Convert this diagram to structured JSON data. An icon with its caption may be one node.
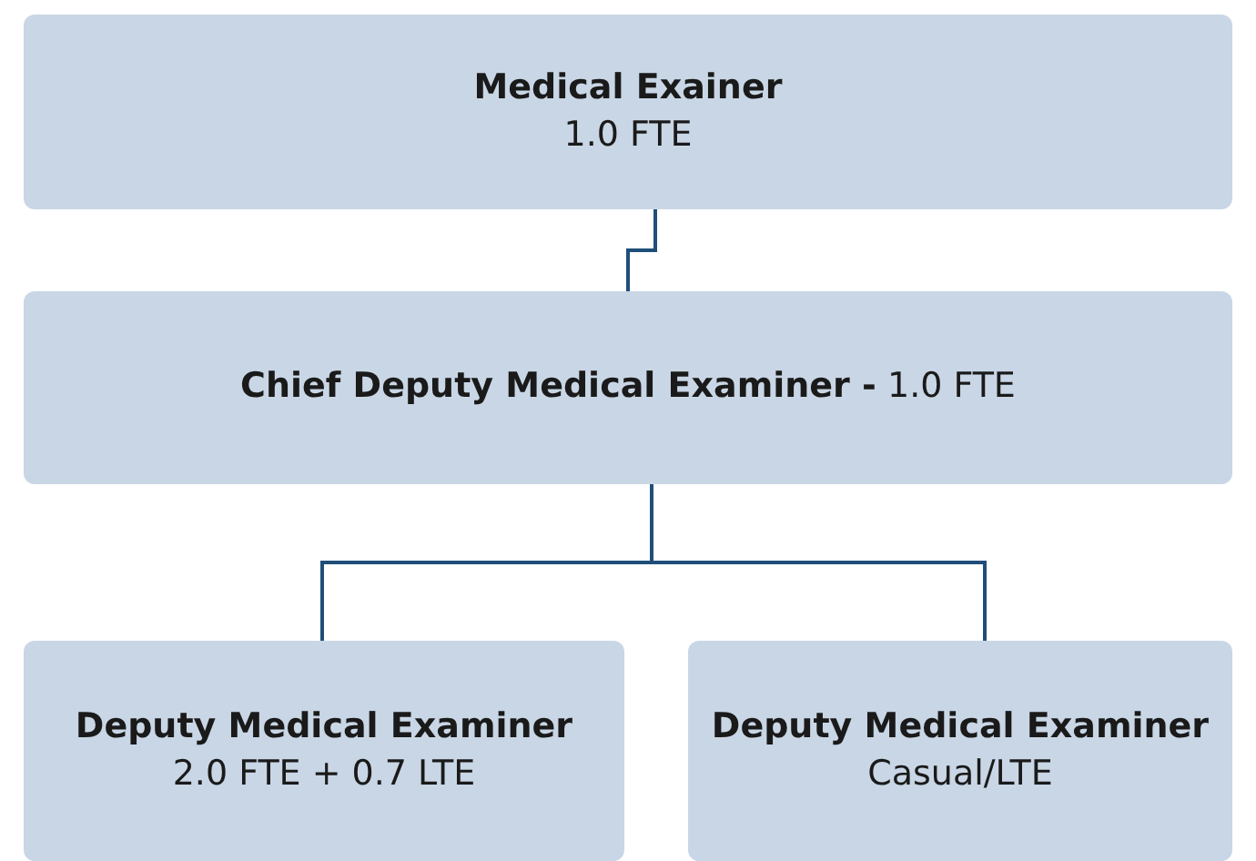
{
  "diagram": {
    "nodes": [
      {
        "text": [
          "Medical Exainer",
          "1.0 FTE"
        ]
      },
      {
        "text": [
          "**Chief Deputy Medical Examiner -** 1.0 FTE"
        ]
      },
      {
        "text": [
          "Deputy Medical Examiner",
          "2.0 FTE + 0.7 LTE"
        ]
      },
      {
        "text": [
          "Deputy Medical Examiner",
          "Casual/LTE"
        ]
      }
    ],
    "edges": [
      {
        "from": 0,
        "to": 1,
        "arrow": "none"
      },
      {
        "from": 1,
        "to": 2,
        "arrow": "none"
      },
      {
        "from": 1,
        "to": 3,
        "arrow": "none"
      }
    ]
  }
}
